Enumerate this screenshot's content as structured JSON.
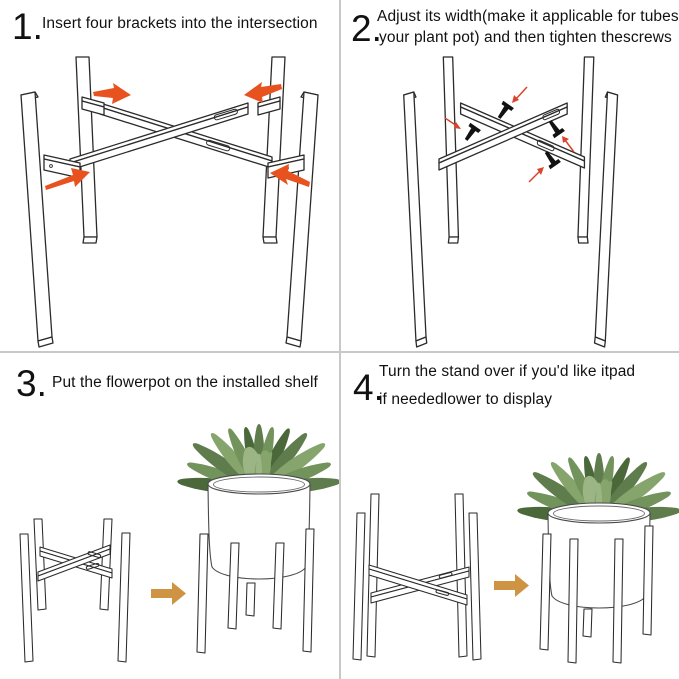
{
  "page": {
    "background": "#ffffff"
  },
  "colors": {
    "line": "#2b2b2b",
    "divider": "#c8c8c8",
    "text": "#111111",
    "orange": "#e8521f",
    "red": "#d9442b",
    "tan": "#cf9443",
    "screw": "#121212",
    "leafA": "#5f7d4c",
    "leafB": "#72935c",
    "leafC": "#4a683a",
    "leafD": "#86a56c",
    "leafE": "#9cb584"
  },
  "icons": {
    "insert_direction_arrow": "tapered-arrow",
    "screw_pointer_arrow": "thin-arrow",
    "tighten_screw": "pushpin",
    "next_step_arrow": "block-arrow-right"
  },
  "steps": [
    {
      "number": "1.",
      "lines": [
        "Insert four brackets into the intersection"
      ]
    },
    {
      "number": "2.",
      "lines": [
        "Adjust its width(make it applicable for tubes",
        "your plant pot) and then tighten thescrews"
      ]
    },
    {
      "number": "3.",
      "lines": [
        "Put the flowerpot on the installed shelf"
      ]
    },
    {
      "number": "4.",
      "lines": [
        "Turn the stand over if you'd like itpad",
        "if neededlower to display"
      ]
    }
  ]
}
